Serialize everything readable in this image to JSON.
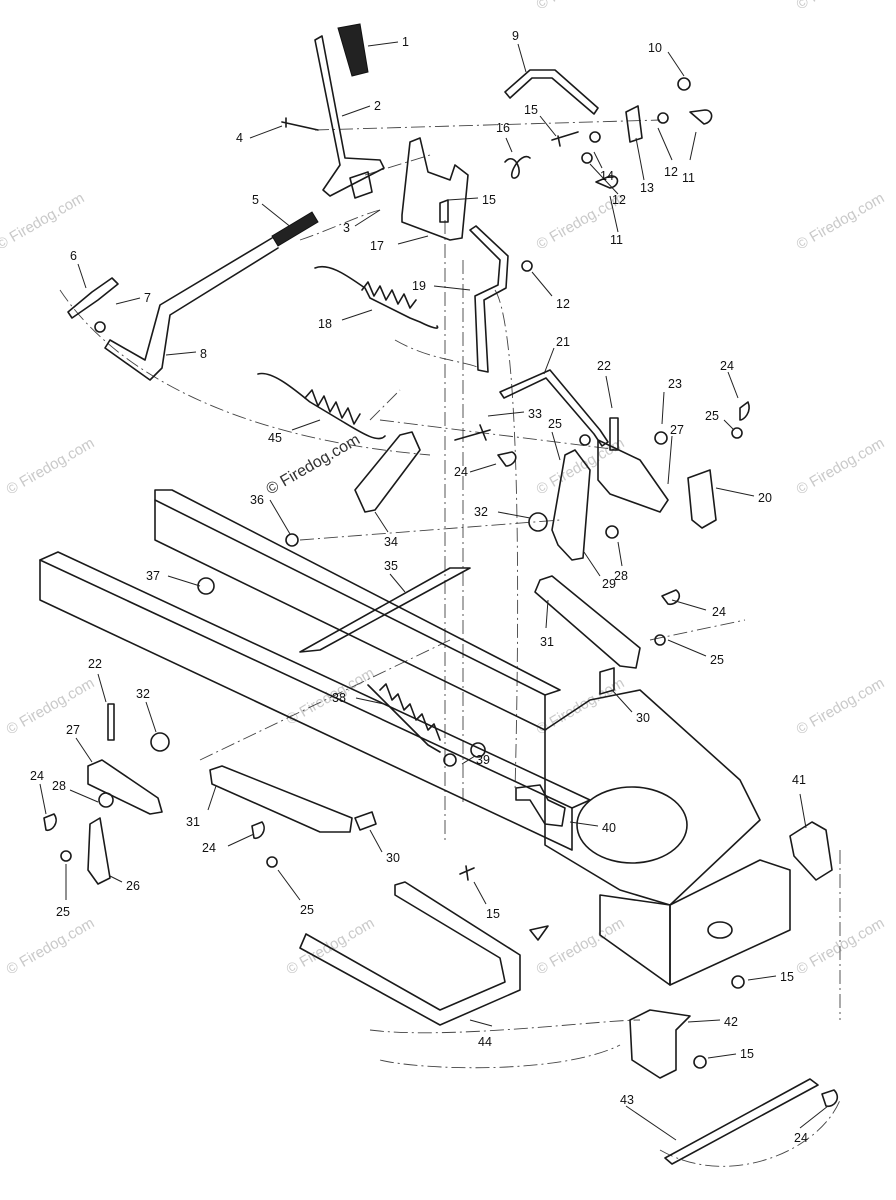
{
  "watermark": {
    "text": "© Firedog.com"
  },
  "callouts": {
    "c1": "1",
    "c2": "2",
    "c3": "3",
    "c4": "4",
    "c5": "5",
    "c6": "6",
    "c7": "7",
    "c8": "8",
    "c9": "9",
    "c10": "10",
    "c11a": "11",
    "c11b": "11",
    "c12a": "12",
    "c12b": "12",
    "c12c": "12",
    "c13": "13",
    "c14": "14",
    "c15a": "15",
    "c15b": "15",
    "c15c": "15",
    "c15d": "15",
    "c15e": "15",
    "c16": "16",
    "c17": "17",
    "c18": "18",
    "c19": "19",
    "c20": "20",
    "c21": "21",
    "c22a": "22",
    "c22b": "22",
    "c23": "23",
    "c24a": "24",
    "c24b": "24",
    "c24c": "24",
    "c24d": "24",
    "c24e": "24",
    "c24f": "24",
    "c25a": "25",
    "c25b": "25",
    "c25c": "25",
    "c25d": "25",
    "c25e": "25",
    "c26": "26",
    "c27a": "27",
    "c27b": "27",
    "c28a": "28",
    "c28b": "28",
    "c29": "29",
    "c30a": "30",
    "c30b": "30",
    "c31a": "31",
    "c31b": "31",
    "c32a": "32",
    "c32b": "32",
    "c33": "33",
    "c34": "34",
    "c35": "35",
    "c36": "36",
    "c37": "37",
    "c38": "38",
    "c39": "39",
    "c40": "40",
    "c41": "41",
    "c42": "42",
    "c43": "43",
    "c44": "44",
    "c45": "45"
  }
}
